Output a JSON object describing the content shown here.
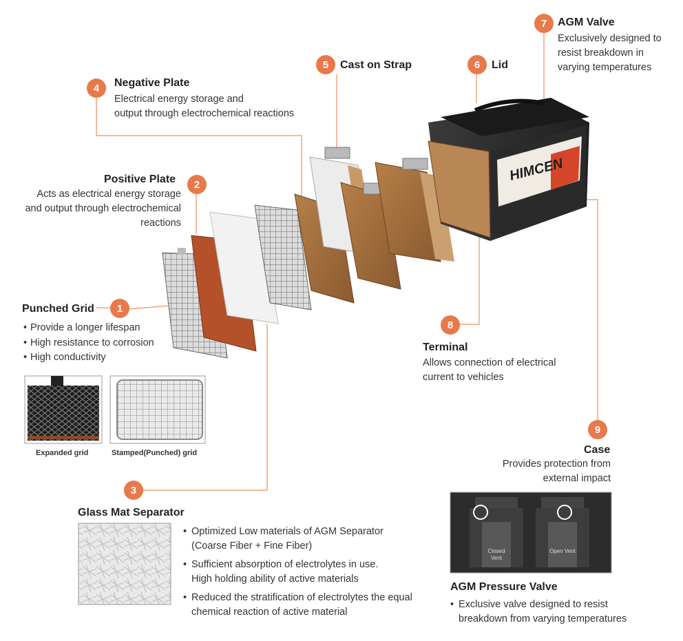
{
  "labels": {
    "n1": "1",
    "n2": "2",
    "n3": "3",
    "n4": "4",
    "n5": "5",
    "n6": "6",
    "n7": "7",
    "n8": "8",
    "n9": "9"
  },
  "punched_grid": {
    "title": "Punched Grid",
    "bullets": [
      "Provide a longer lifespan",
      "High resistance to corrosion",
      "High conductivity"
    ]
  },
  "positive_plate": {
    "title": "Positive Plate",
    "desc": [
      "Acts as electrical energy storage",
      "and output through electrochemical",
      "reactions"
    ]
  },
  "glass_mat": {
    "title": "Glass Mat Separator",
    "bullets": [
      [
        "Optimized Low materials of AGM Separator",
        "(Coarse Fiber + Fine Fiber)"
      ],
      [
        "Sufficient absorption of electrolytes in use.",
        "High holding ability of active materials"
      ],
      [
        "Reduced the stratification of electrolytes the equal",
        "chemical reaction of active material"
      ]
    ]
  },
  "negative_plate": {
    "title": "Negative Plate",
    "desc": [
      "Electrical energy storage and",
      "output through electrochemical reactions"
    ]
  },
  "cast_on_strap": {
    "title": "Cast on Strap"
  },
  "lid": {
    "title": "Lid"
  },
  "agm_valve": {
    "title": "AGM Valve",
    "desc": [
      "Exclusively designed to",
      "resist breakdown in",
      "varying temperatures"
    ]
  },
  "terminal": {
    "title": "Terminal",
    "desc": [
      "Allows connection of electrical",
      "current to vehicles"
    ]
  },
  "case": {
    "title": "Case",
    "desc": [
      "Provides protection from",
      "external impact"
    ]
  },
  "pressure_valve": {
    "title": "AGM Pressure Valve",
    "bullets": [
      [
        "Exclusive valve designed to resist",
        "breakdown from varying temperatures"
      ]
    ]
  },
  "grid_captions": {
    "expanded": "Expanded grid",
    "stamped": "Stamped(Punched) grid"
  },
  "vent_labels": {
    "closed": "Closed Vent",
    "open": "Open Vent"
  },
  "battery_brand": "HIMCEN",
  "colors": {
    "accent": "#e9784a",
    "line": "#e9905f",
    "plate_brown": "#a4693a",
    "positive_red": "#b4502a",
    "case_dark": "#2b2b2b"
  }
}
